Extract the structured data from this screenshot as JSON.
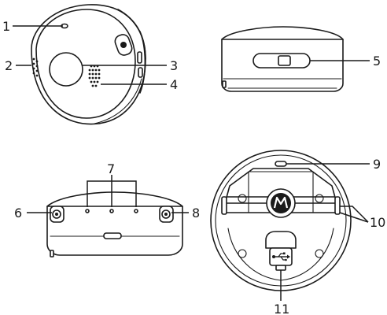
{
  "callouts": {
    "c1": "1",
    "c2": "2",
    "c3": "3",
    "c4": "4",
    "c5": "5",
    "c6": "6",
    "c7": "7",
    "c8": "8",
    "c9": "9",
    "c10": "10",
    "c11": "11"
  },
  "icons": {
    "usb": "usb-icon",
    "logo": "motorola-logo-icon"
  },
  "colors": {
    "line": "#1a1a1a",
    "background": "#ffffff"
  }
}
